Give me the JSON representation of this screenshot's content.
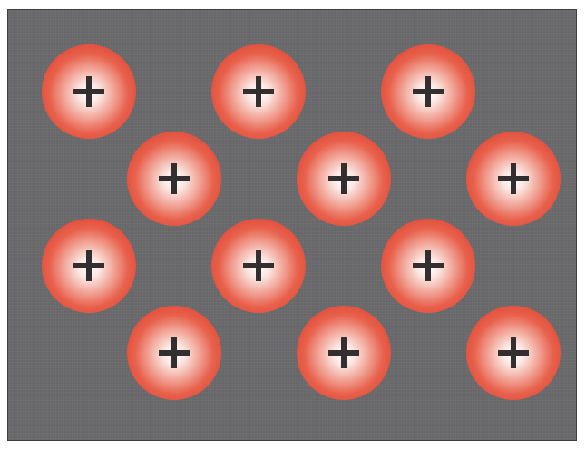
{
  "ions": [
    {
      "row": 0,
      "col": 0,
      "charge": "+"
    },
    {
      "row": 0,
      "col": 1,
      "charge": "+"
    },
    {
      "row": 0,
      "col": 2,
      "charge": "+"
    },
    {
      "row": 1,
      "col": 0,
      "charge": "+"
    },
    {
      "row": 1,
      "col": 1,
      "charge": "+"
    },
    {
      "row": 1,
      "col": 2,
      "charge": "+"
    },
    {
      "row": 2,
      "col": 0,
      "charge": "+"
    },
    {
      "row": 2,
      "col": 1,
      "charge": "+"
    },
    {
      "row": 2,
      "col": 2,
      "charge": "+"
    },
    {
      "row": 3,
      "col": 0,
      "charge": "+"
    },
    {
      "row": 3,
      "col": 1,
      "charge": "+"
    },
    {
      "row": 3,
      "col": 2,
      "charge": "+"
    }
  ],
  "colors": {
    "background": "#68686a",
    "ion_edge": "#e14b38",
    "ion_center": "#ffffff",
    "sign": "#332f30"
  }
}
